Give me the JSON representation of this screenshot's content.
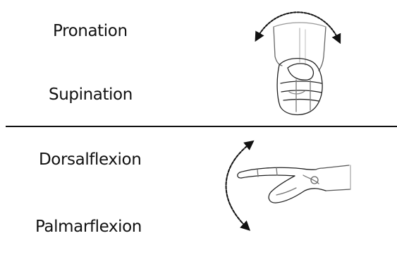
{
  "top_section": {
    "label_1": "Pronation",
    "label_2": "Supination"
  },
  "bottom_section": {
    "label_1": "Dorsalflexion",
    "label_2": "Palmarflexion"
  },
  "colors": {
    "ink": "#111111",
    "background": "#ffffff"
  }
}
